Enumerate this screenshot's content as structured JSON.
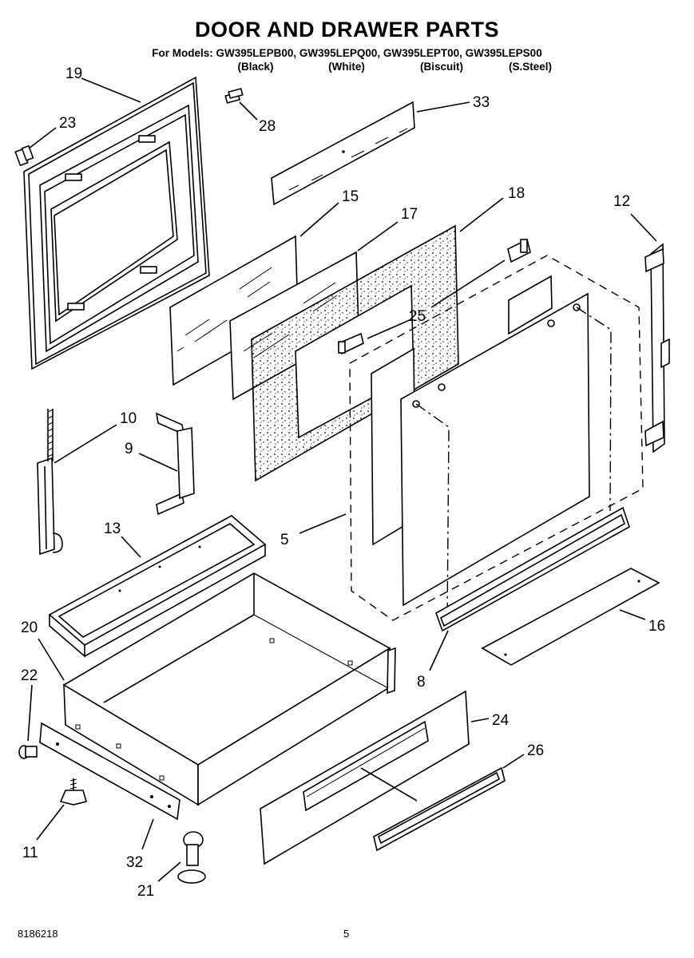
{
  "header": {
    "title": "DOOR AND DRAWER PARTS",
    "models_line": "For Models: GW395LEPB00, GW395LEPQ00, GW395LEPT00, GW395LEPS00",
    "variants": [
      "(Black)",
      "(White)",
      "(Biscuit)",
      "(S.Steel)"
    ]
  },
  "callouts": [
    "19",
    "23",
    "28",
    "33",
    "15",
    "17",
    "18",
    "12",
    "25",
    "10",
    "9",
    "5",
    "13",
    "20",
    "22",
    "8",
    "16",
    "24",
    "26",
    "11",
    "32",
    "21"
  ],
  "footer": {
    "doc_number": "8186218",
    "page_number": "5"
  }
}
